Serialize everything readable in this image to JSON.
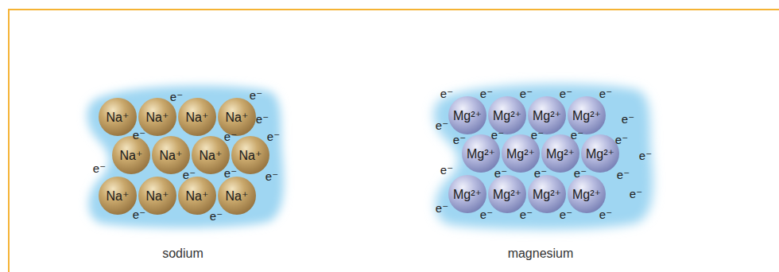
{
  "diagram": {
    "nodes": [
      {
        "text": [
          "sodium"
        ]
      },
      {
        "text": [
          "Na⁺"
        ],
        "in": 0
      },
      {
        "text": [
          "Na⁺"
        ],
        "in": 0
      },
      {
        "text": [
          "Na⁺"
        ],
        "in": 0
      },
      {
        "text": [
          "Na⁺"
        ],
        "in": 0
      },
      {
        "text": [
          "Na⁺"
        ],
        "in": 0
      },
      {
        "text": [
          "Na⁺"
        ],
        "in": 0
      },
      {
        "text": [
          "Na⁺"
        ],
        "in": 0
      },
      {
        "text": [
          "Na⁺"
        ],
        "in": 0
      },
      {
        "text": [
          "Na⁺"
        ],
        "in": 0
      },
      {
        "text": [
          "Na⁺"
        ],
        "in": 0
      },
      {
        "text": [
          "Na⁺"
        ],
        "in": 0
      },
      {
        "text": [
          "Na⁺"
        ],
        "in": 0
      },
      {
        "text": [
          "magnesium"
        ]
      },
      {
        "text": [
          "Mg²⁺"
        ],
        "in": 13
      },
      {
        "text": [
          "Mg²⁺"
        ],
        "in": 13
      },
      {
        "text": [
          "Mg²⁺"
        ],
        "in": 13
      },
      {
        "text": [
          "Mg²⁺"
        ],
        "in": 13
      },
      {
        "text": [
          "Mg²⁺"
        ],
        "in": 13
      },
      {
        "text": [
          "Mg²⁺"
        ],
        "in": 13
      },
      {
        "text": [
          "Mg²⁺"
        ],
        "in": 13
      },
      {
        "text": [
          "Mg²⁺"
        ],
        "in": 13
      },
      {
        "text": [
          "Mg²⁺"
        ],
        "in": 13
      },
      {
        "text": [
          "Mg²⁺"
        ],
        "in": 13
      },
      {
        "text": [
          "Mg²⁺"
        ],
        "in": 13
      },
      {
        "text": [
          "Mg²⁺"
        ],
        "in": 13
      }
    ],
    "labels": [
      "e⁻",
      "e⁻",
      "e⁻",
      "e⁻",
      "e⁻",
      "e⁻",
      "e⁻",
      "e⁻",
      "e⁻",
      "e⁻",
      "e⁻",
      "e⁻",
      "e⁻",
      "e⁻",
      "e⁻",
      "e⁻",
      "e⁻",
      "e⁻",
      "e⁻",
      "e⁻",
      "e⁻",
      "e⁻",
      "e⁻",
      "e⁻",
      "e⁻",
      "e⁻",
      "e⁻",
      "e⁻",
      "e⁻",
      "e⁻",
      "e⁻",
      "e⁻",
      "e⁻",
      "e⁻",
      "e⁻",
      "e⁻"
    ]
  }
}
